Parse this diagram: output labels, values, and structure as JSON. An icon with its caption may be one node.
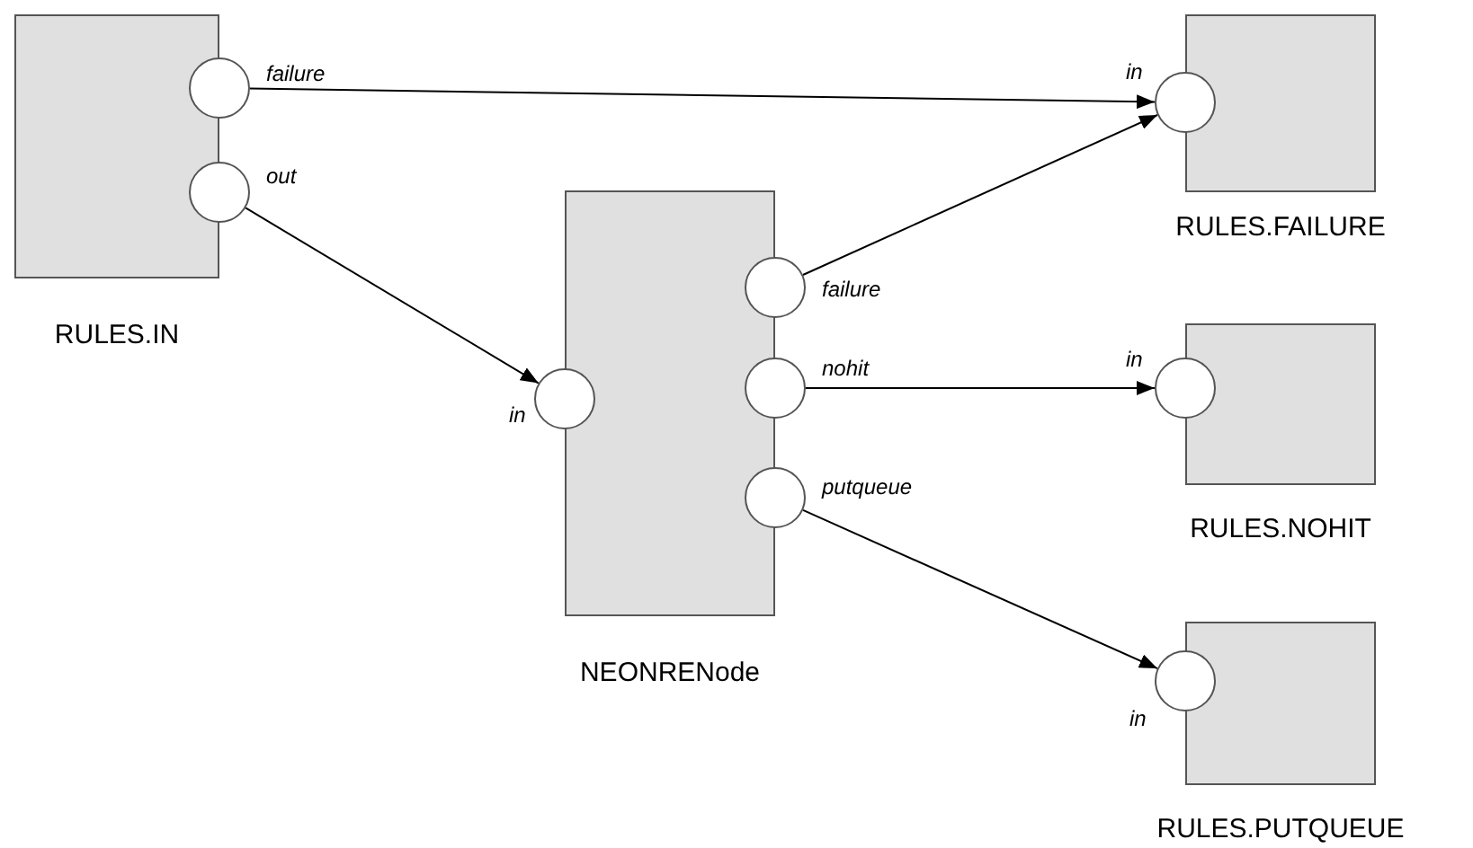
{
  "diagram": {
    "nodes": [
      {
        "text": [
          "RULES.IN"
        ]
      },
      {
        "text": [],
        "shape": "circle",
        "beside": [
          "failure"
        ]
      },
      {
        "text": [],
        "shape": "circle",
        "beside": [
          "out"
        ]
      },
      {
        "text": [
          "NEONRENode"
        ]
      },
      {
        "text": [],
        "shape": "circle",
        "beside": [
          "in"
        ]
      },
      {
        "text": [],
        "shape": "circle",
        "beside": [
          "failure"
        ]
      },
      {
        "text": [],
        "shape": "circle",
        "beside": [
          "nohit"
        ]
      },
      {
        "text": [],
        "shape": "circle",
        "beside": [
          "putqueue"
        ]
      },
      {
        "text": [
          "RULES.FAILURE"
        ]
      },
      {
        "text": [],
        "shape": "circle",
        "beside": [
          "in"
        ]
      },
      {
        "text": [
          "RULES.NOHIT"
        ]
      },
      {
        "text": [],
        "shape": "circle",
        "beside": [
          "in"
        ]
      },
      {
        "text": [
          "RULES.PUTQUEUE"
        ]
      },
      {
        "text": [],
        "shape": "circle",
        "beside": [
          "in"
        ]
      }
    ],
    "edges": [
      {
        "from": 1,
        "to": 9,
        "arrow": "to"
      },
      {
        "from": 2,
        "to": 4,
        "arrow": "to"
      },
      {
        "from": 5,
        "to": 9,
        "arrow": "to"
      },
      {
        "from": 6,
        "to": 11,
        "arrow": "to"
      },
      {
        "from": 7,
        "to": 13,
        "arrow": "to"
      }
    ]
  }
}
